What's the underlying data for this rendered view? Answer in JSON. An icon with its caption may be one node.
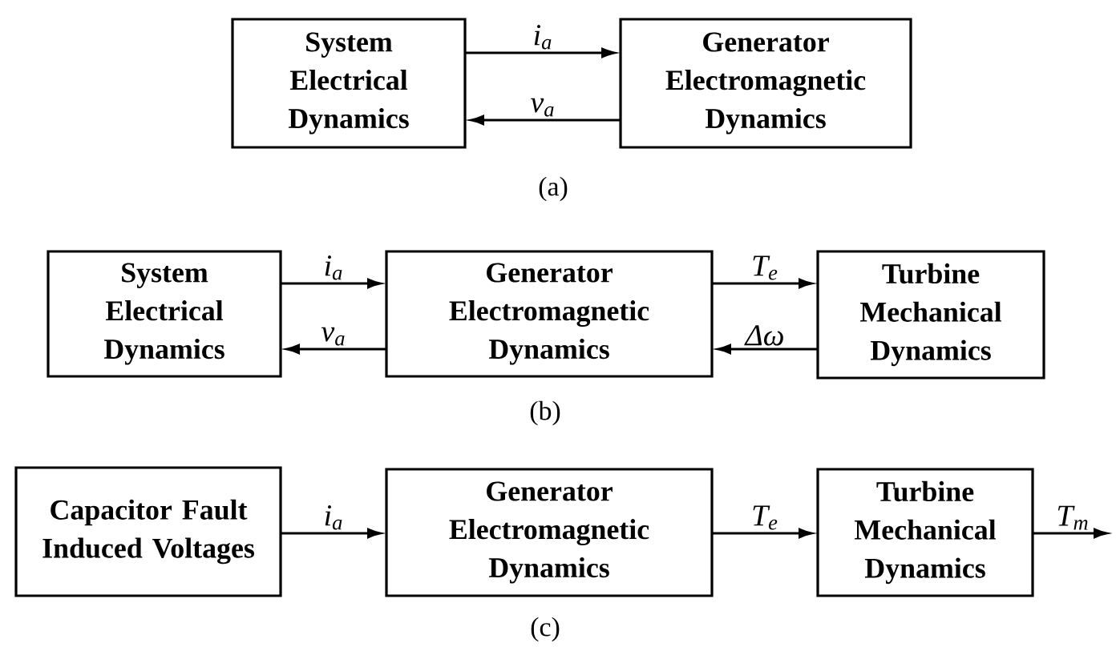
{
  "diagram": {
    "nodes": [
      {
        "text": [
          "System Electrical Dynamics"
        ]
      },
      {
        "text": [
          "Generator Electromagnetic Dynamics"
        ]
      },
      {
        "text": [
          "System Electrical Dynamics"
        ]
      },
      {
        "text": [
          "Generator Electromagnetic Dynamics"
        ]
      },
      {
        "text": [
          "Turbine Mechanical Dynamics"
        ]
      },
      {
        "text": [
          "Capacitor Fault Induced Voltages"
        ]
      },
      {
        "text": [
          "Generator Electromagnetic Dynamics"
        ]
      },
      {
        "text": [
          "Turbine Mechanical Dynamics"
        ]
      }
    ],
    "edges": [
      {
        "from": 0,
        "to": 1,
        "arrow": "to",
        "label": "i$_{a}$"
      },
      {
        "from": 1,
        "to": 0,
        "arrow": "to",
        "label": "v$_{a}$"
      },
      {
        "from": 2,
        "to": 3,
        "arrow": "to",
        "label": "i$_{a}$"
      },
      {
        "from": 3,
        "to": 2,
        "arrow": "to",
        "label": "v$_{a}$"
      },
      {
        "from": 3,
        "to": 4,
        "arrow": "to",
        "label": "T$_{e}$"
      },
      {
        "from": 4,
        "to": 3,
        "arrow": "to",
        "label": "Δω"
      },
      {
        "from": 5,
        "to": 6,
        "arrow": "to",
        "label": "i$_{a}$"
      },
      {
        "from": 6,
        "to": 7,
        "arrow": "to",
        "label": "T$_{e}$"
      },
      {
        "from": 7,
        "to": null,
        "arrow": "to",
        "label": "T$_{m}$"
      }
    ],
    "labels": [
      "(a)",
      "(b)",
      "(c)"
    ]
  }
}
